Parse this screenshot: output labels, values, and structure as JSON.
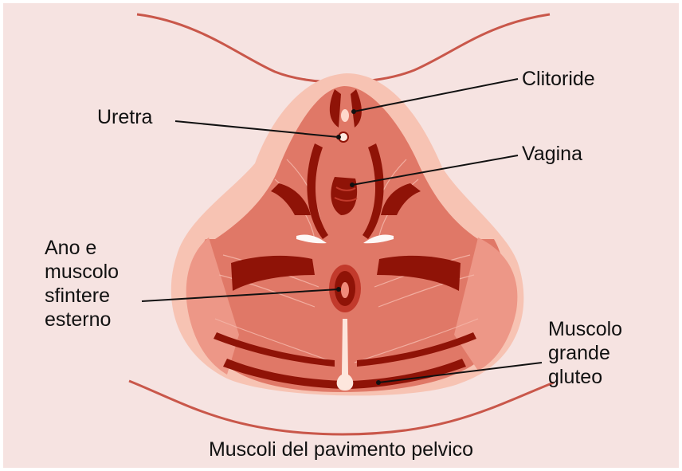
{
  "colors": {
    "background": "#f6e3e1",
    "skin_halo": "#f7c3b3",
    "muscle": "#e07867",
    "muscle_light": "#ed9787",
    "muscle_dark": "#8f1307",
    "outline": "#c9574a",
    "leader": "#111111"
  },
  "labels": {
    "clitoride": "Clitoride",
    "uretra": "Uretra",
    "vagina": "Vagina",
    "ano_lines": [
      "Ano e",
      "muscolo",
      "sfintere",
      "esterno"
    ],
    "gluteo_lines": [
      "Muscolo",
      "grande",
      "gluteo"
    ]
  },
  "caption": "Muscoli del pavimento pelvico"
}
